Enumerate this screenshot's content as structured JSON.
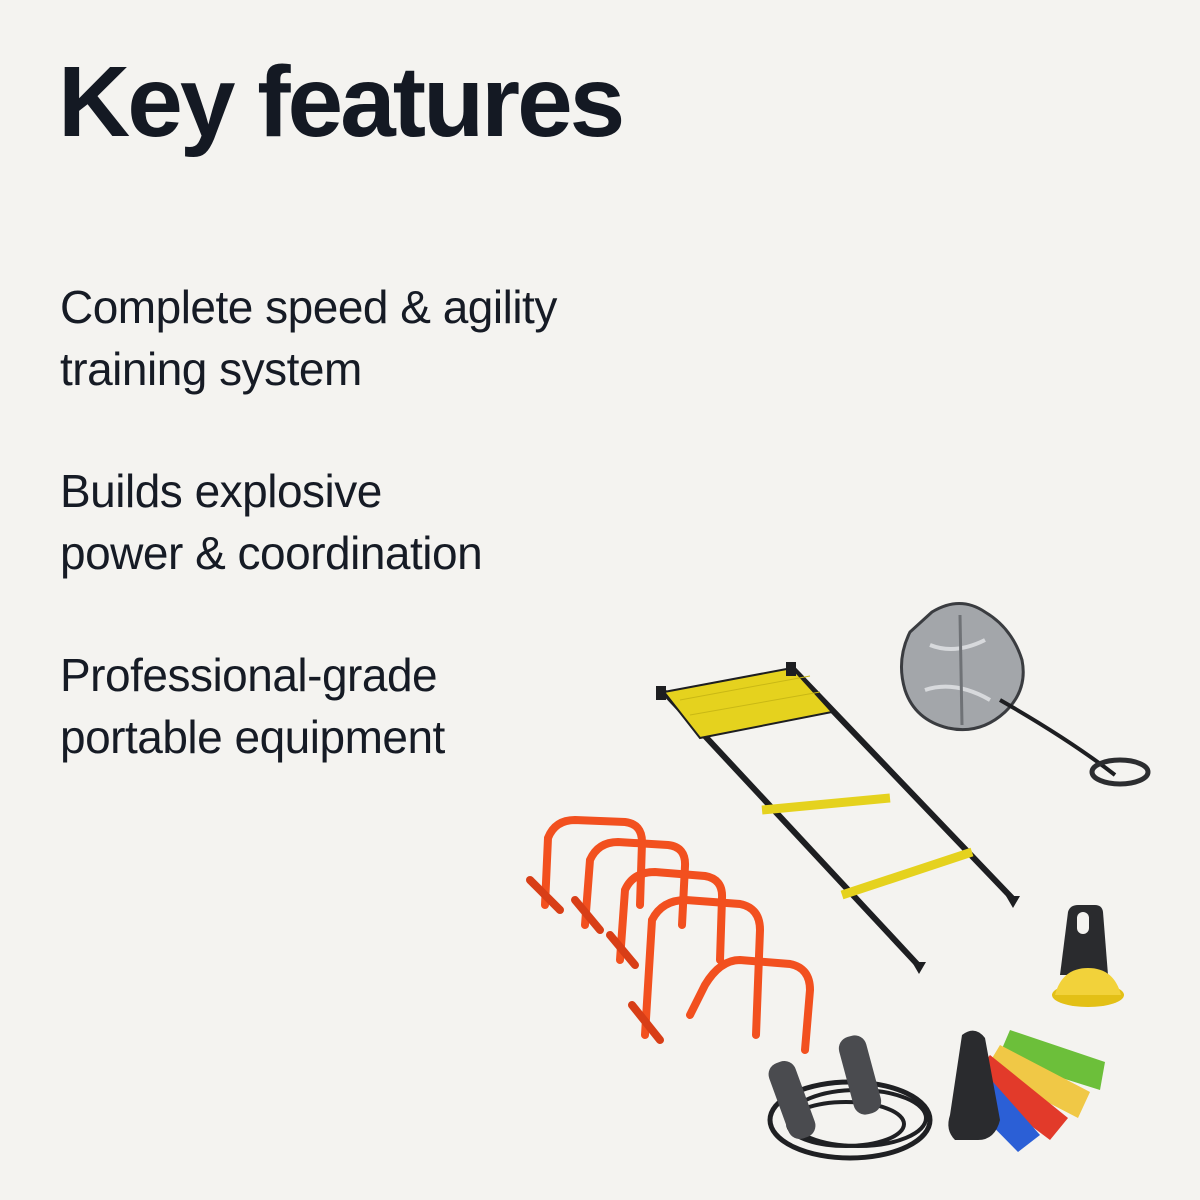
{
  "header": {
    "title": "Key features"
  },
  "features": [
    {
      "line1": "Complete speed & agility",
      "line2": "training system"
    },
    {
      "line1": "Builds explosive",
      "line2": "power & coordination"
    },
    {
      "line1": "Professional-grade",
      "line2": "portable equipment"
    }
  ],
  "equipment_icons": [
    "agility-ladder-icon",
    "speed-parachute-icon",
    "hurdles-icon",
    "cone-icon",
    "jump-rope-icon",
    "resistance-bands-icon"
  ],
  "colors": {
    "background": "#f4f3f0",
    "text": "#151a24",
    "ladder_yellow": "#e8d51c",
    "hurdle_orange": "#f2501f",
    "parachute_gray": "#9b9ea2"
  }
}
